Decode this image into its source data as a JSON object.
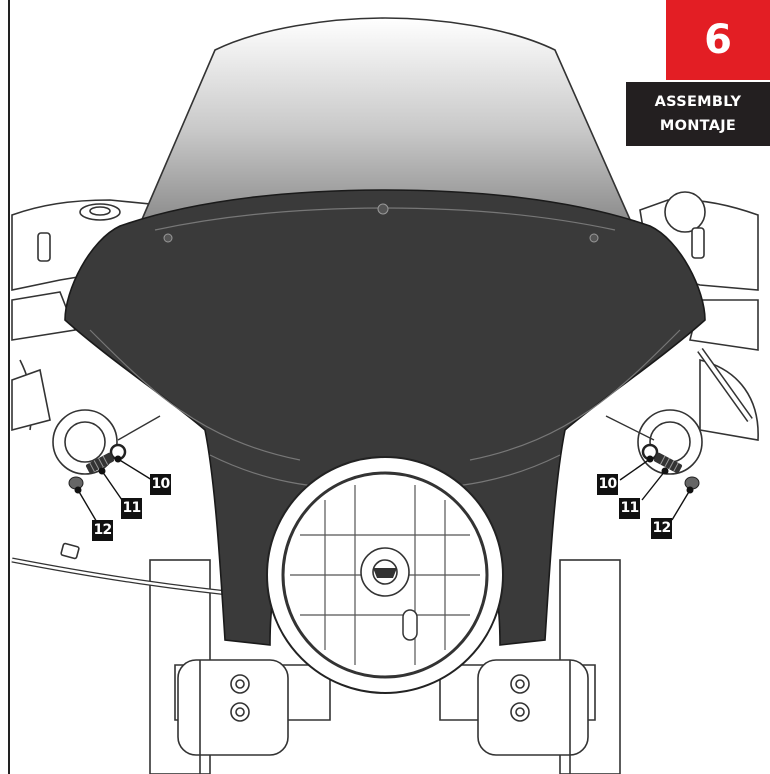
{
  "step": {
    "number": "6"
  },
  "title": {
    "line1": "ASSEMBLY",
    "line2": "MONTAJE"
  },
  "callouts": {
    "left": [
      "10",
      "11",
      "12"
    ],
    "right": [
      "10",
      "11",
      "12"
    ]
  },
  "colors": {
    "step_red": "#e31e24",
    "title_black": "#231f20",
    "fairing_grey": "#3a3a3a"
  }
}
